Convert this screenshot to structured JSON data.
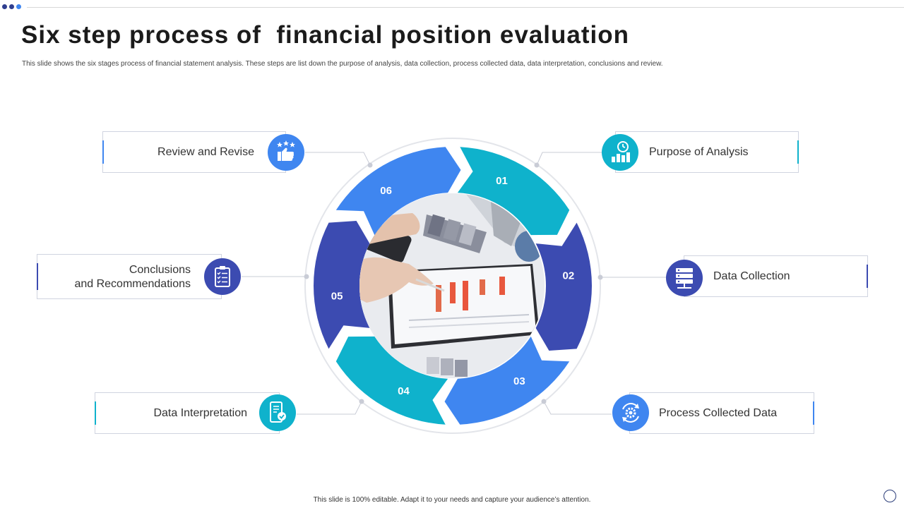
{
  "title": "Six step process of  financial position evaluation",
  "subtitle": "This slide shows the six stages process of financial statement analysis. These steps are list down the purpose of analysis, data collection, process collected data, data interpretation, conclusions and review.",
  "footer": "This slide is 100% editable. Adapt it to your needs and capture your audience’s attention.",
  "colors": {
    "teal": "#0fb2cc",
    "blue": "#3f86f0",
    "indigo": "#3c4bb1",
    "dot_dark": "#2f3e8f",
    "dot_light": "#3f86f0"
  },
  "steps": [
    {
      "number": "01",
      "label": "Purpose of Analysis",
      "icon": "chart-clock-icon"
    },
    {
      "number": "02",
      "label": "Data Collection",
      "icon": "server-database-icon"
    },
    {
      "number": "03",
      "label": "Process Collected Data",
      "icon": "gear-refresh-icon"
    },
    {
      "number": "04",
      "label": "Data Interpretation",
      "icon": "mobile-checkmark-icon"
    },
    {
      "number": "05",
      "label_line1": "Conclusions",
      "label_line2": "and Recommendations",
      "icon": "clipboard-checklist-icon"
    },
    {
      "number": "06",
      "label": "Review and Revise",
      "icon": "thumbs-up-stars-icon"
    }
  ]
}
